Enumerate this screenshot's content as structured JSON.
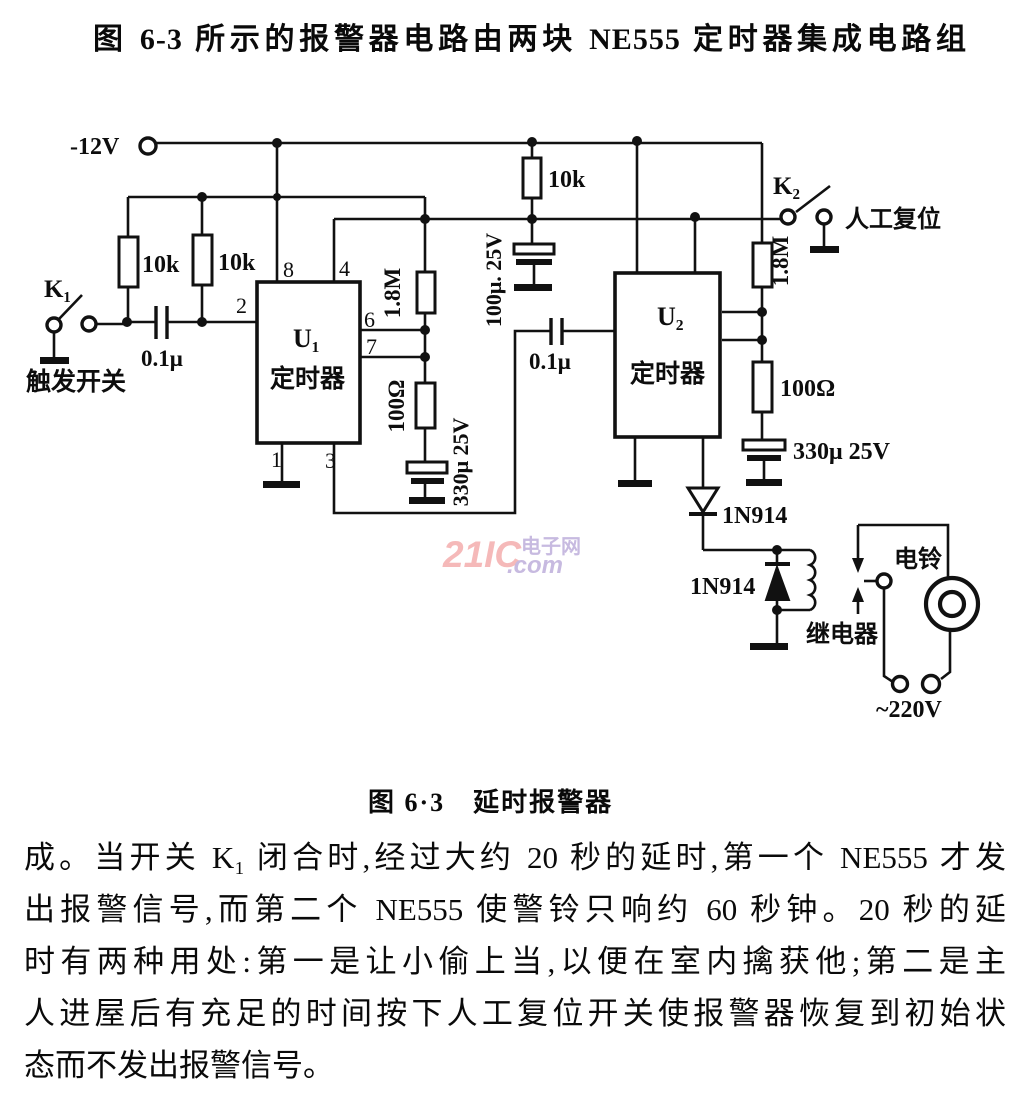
{
  "page": {
    "title_line": "图 6-3 所示的报警器电路由两块 NE555 定时器集成电路组",
    "caption": "图 6·3　延时报警器",
    "body_lines": [
      "成。当开关 K₁ 闭合时,经过大约 20 秒的延时,第一个 NE555 才发",
      "出报警信号,而第二个 NE555 使警铃只响约 60 秒钟。20 秒的延",
      "时有两种用处:第一是让小偷上当,以便在室内擒获他;第二是主",
      "人进屋后有充足的时间按下人工复位开关使报警器恢复到初始状",
      "态而不发出报警信号。"
    ]
  },
  "watermark": {
    "brand": "21IC",
    "cn": "电子网",
    "com": ".com",
    "brand_color": "#f2a2a2",
    "accent_color": "#b5a3d6"
  },
  "circuit": {
    "power_label": "-12V",
    "k1_label": "K₁",
    "k1_caption": "触发开关",
    "k2_label": "K₂",
    "k2_caption": "人工复位",
    "r_10k_a": "10k",
    "r_10k_b": "10k",
    "r_10k_c": "10k",
    "c_01u_input": "0.1μ",
    "c_100u": "100μ. 25V",
    "c_330u_left": "330μ  25V",
    "c_01u_couple": "0.1μ",
    "c_330u_right": "330μ  25V",
    "r_18m_left": "1.8M",
    "r_100ohm_left": "100Ω",
    "r_18m_right": "1.8M",
    "r_100ohm_right": "100Ω",
    "u1_name": "U₁",
    "u1_type": "定时器",
    "u2_name": "U₂",
    "u2_type": "定时器",
    "pin8": "8",
    "pin4": "4",
    "pin2": "2",
    "pin6": "6",
    "pin7": "7",
    "pin1": "1",
    "pin3": "3",
    "d1_label": "1N914",
    "d2_label": "1N914",
    "relay_caption": "继电器",
    "bell_caption": "电铃",
    "mains_label": "~220V"
  }
}
